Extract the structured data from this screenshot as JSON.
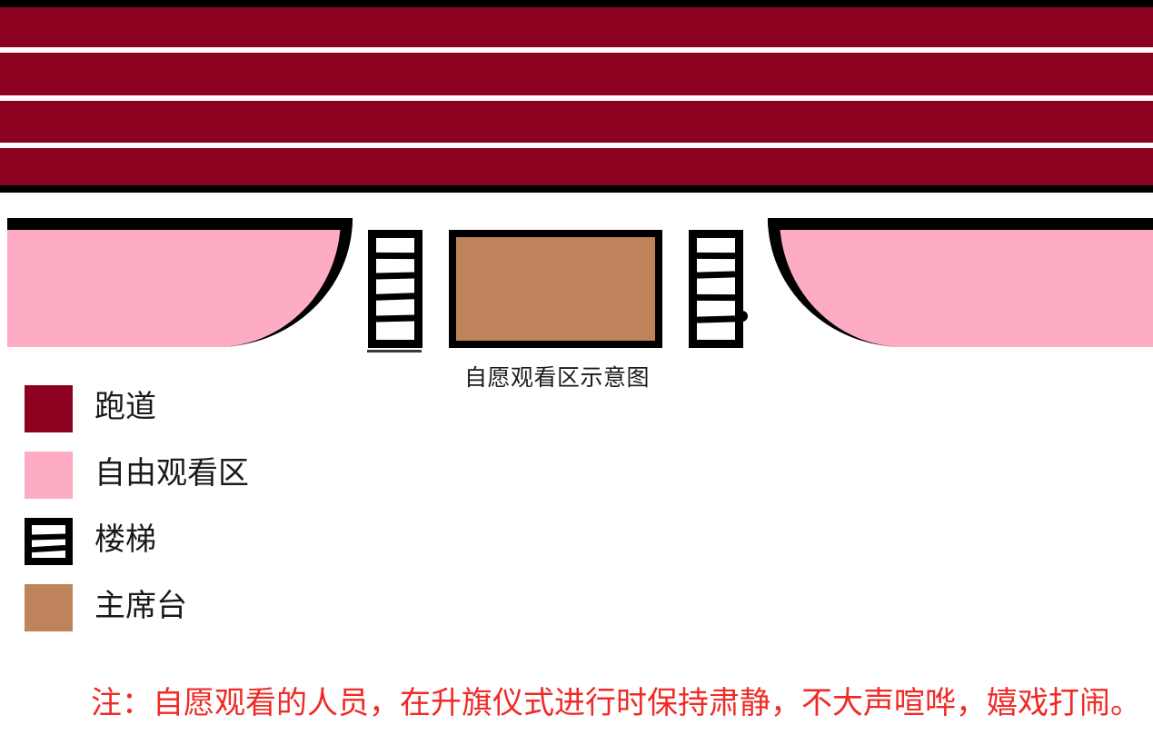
{
  "diagram": {
    "caption": "自愿观看区示意图",
    "note": "注：自愿观看的人员，在升旗仪式进行时保持肃静，不大声喧哗，嬉戏打闹。",
    "colors": {
      "track": "#8D0220",
      "viewing_area": "#FDACC4",
      "podium": "#BF835B",
      "stairs_outline": "#000000",
      "lane_line": "#FDFDFD",
      "note_text": "#F02A26"
    },
    "track": {
      "lane_count": 4,
      "lane_line_count": 3
    },
    "stairs": {
      "step_count": 5,
      "blocks": 2
    }
  },
  "legend": {
    "items": [
      {
        "label": "跑道",
        "swatch": "track-swatch"
      },
      {
        "label": "自由观看区",
        "swatch": "viewing-area-swatch"
      },
      {
        "label": "楼梯",
        "swatch": "stairs-swatch"
      },
      {
        "label": "主席台",
        "swatch": "podium-swatch"
      }
    ]
  }
}
